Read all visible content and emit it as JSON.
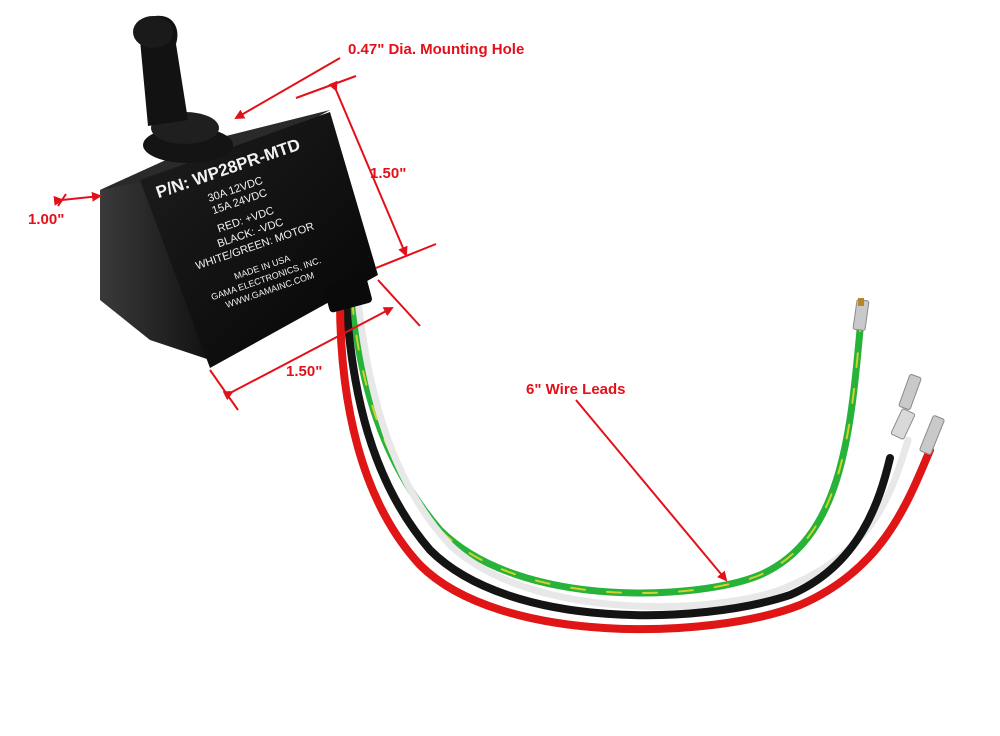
{
  "colors": {
    "annotation": "#e3101a",
    "switch_body": "#0d0d0d",
    "wire_red": "#e01515",
    "wire_black": "#141414",
    "wire_green": "#27b23a",
    "wire_white": "#e8e8e8",
    "terminal": "#c9c9c9",
    "background": "#ffffff"
  },
  "annotations": {
    "mounting_hole": "0.47\" Dia. Mounting Hole",
    "height": "1.50\"",
    "depth": "1.00\"",
    "width": "1.50\"",
    "wire_leads": "6\" Wire Leads"
  },
  "label_panel": {
    "part_number": "P/N: WP28PR-MTD",
    "rating_1": "30A 12VDC",
    "rating_2": "15A 24VDC",
    "wire_red": "RED: +VDC",
    "wire_black": "BLACK: -VDC",
    "wire_motor": "WHITE/GREEN: MOTOR",
    "origin": "MADE IN USA",
    "manufacturer": "GAMA ELECTRONICS, INC.",
    "website": "WWW.GAMAINC.COM"
  }
}
